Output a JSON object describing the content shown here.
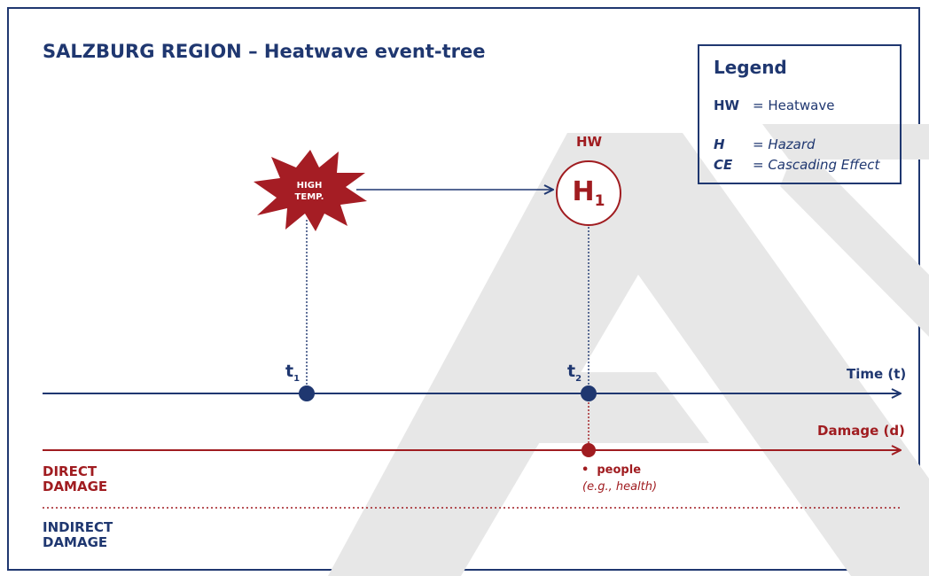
{
  "title": "SALZBURG REGION – Heatwave event-tree",
  "legend": {
    "title": "Legend",
    "rows": [
      {
        "key": "HW",
        "value": "= Heatwave",
        "italic": false
      },
      {
        "key": "H",
        "value": "= Hazard",
        "italic": true
      },
      {
        "key": "CE",
        "value": "= Cascading Effect",
        "italic": true
      }
    ]
  },
  "trigger": {
    "line1": "HIGH",
    "line2": "TEMP."
  },
  "hazard": {
    "group_label": "HW",
    "symbol": "H",
    "subscript": "1"
  },
  "timeline": {
    "label": "Time (t)",
    "points": [
      {
        "symbol": "t",
        "subscript": "1"
      },
      {
        "symbol": "t",
        "subscript": "2"
      }
    ]
  },
  "damage": {
    "label": "Damage (d)",
    "item_bullet": "•",
    "item_title": "people",
    "item_detail": "(e.g., health)"
  },
  "zones": {
    "direct_line1": "DIRECT",
    "direct_line2": "DAMAGE",
    "indirect_line1": "INDIRECT",
    "indirect_line2": "DAMAGE"
  },
  "colors": {
    "navy": "#1f3770",
    "red": "#a01c20",
    "burst": "#a51d24",
    "watermark": "#e6e6e6"
  }
}
